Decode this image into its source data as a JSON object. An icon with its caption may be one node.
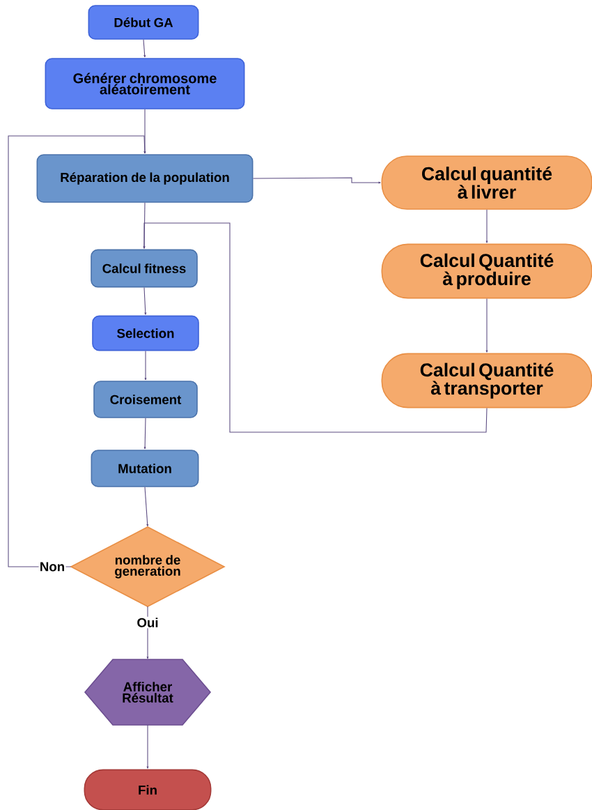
{
  "diagram": {
    "nodes": [
      {
        "text": [
          "Début GA"
        ]
      },
      {
        "text": [
          "Générer chromosome aléatoirement"
        ]
      },
      {
        "text": [
          "Réparation de la population"
        ]
      },
      {
        "text": [
          "Calcul quantité à livrer"
        ]
      },
      {
        "text": [
          "Calcul fitness"
        ]
      },
      {
        "text": [
          "Calcul Quantité à produire"
        ]
      },
      {
        "text": [
          "Selection"
        ]
      },
      {
        "text": [
          "Calcul Quantité à transporter"
        ]
      },
      {
        "text": [
          "Croisement"
        ]
      },
      {
        "text": [
          "Mutation"
        ]
      },
      {
        "text": [
          "nombre de generation"
        ]
      },
      {
        "text": [
          "Afficher Résultat"
        ]
      },
      {
        "text": [
          "Fin"
        ]
      }
    ],
    "edges": [
      {
        "from": 0,
        "to": 1,
        "arrow": "to"
      },
      {
        "from": 1,
        "to": 2,
        "arrow": "to"
      },
      {
        "from": 2,
        "to": 3,
        "arrow": "to"
      },
      {
        "from": 3,
        "to": 5,
        "arrow": "to"
      },
      {
        "from": 5,
        "to": 7,
        "arrow": "to"
      },
      {
        "from": 7,
        "to": 4,
        "arrow": "to"
      },
      {
        "from": 2,
        "to": 4,
        "arrow": "to"
      },
      {
        "from": 4,
        "to": 6,
        "arrow": "to"
      },
      {
        "from": 6,
        "to": 8,
        "arrow": "to"
      },
      {
        "from": 8,
        "to": 9,
        "arrow": "to"
      },
      {
        "from": 9,
        "to": 10,
        "arrow": "to"
      },
      {
        "from": 10,
        "to": 2,
        "arrow": "to",
        "label": "Non"
      },
      {
        "from": 10,
        "to": 11,
        "arrow": "to",
        "label": "Oui"
      },
      {
        "from": 11,
        "to": 12,
        "arrow": "to"
      }
    ]
  }
}
